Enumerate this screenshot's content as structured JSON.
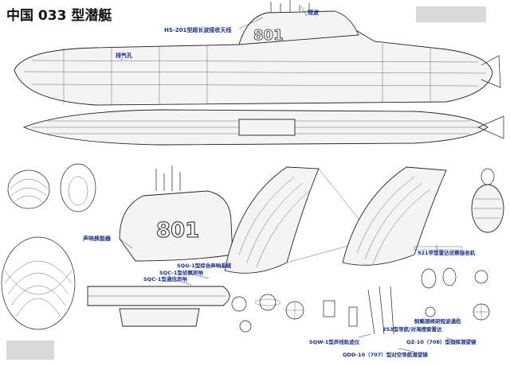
{
  "title": "中国 033 型潜艇",
  "hull_number": "801",
  "labels": {
    "hs201": "HS-201型超长波接收天线",
    "duanbo": "短波",
    "paiqiguan": "排气孔",
    "shengnahuanneng": "声呐换能器",
    "sqg1_zonghe": "SQG-1型综合声呐系统",
    "sqc1_zhencha": "SQC-1型侦察声呐",
    "sqc1_tongxin": "SQC-1型通信声呐",
    "921": "921甲型雷达侦察接收机",
    "sqw1": "SQW-1型声线轨迹仪",
    "qdd10": "QDD-10（707）型对空导航潜望镜",
    "qz10": "QZ-10（708）型指挥潜望镜",
    "353": "353型导航/对海搜索雷达",
    "shenhou": "鲟鳐颈续研短波通信"
  }
}
